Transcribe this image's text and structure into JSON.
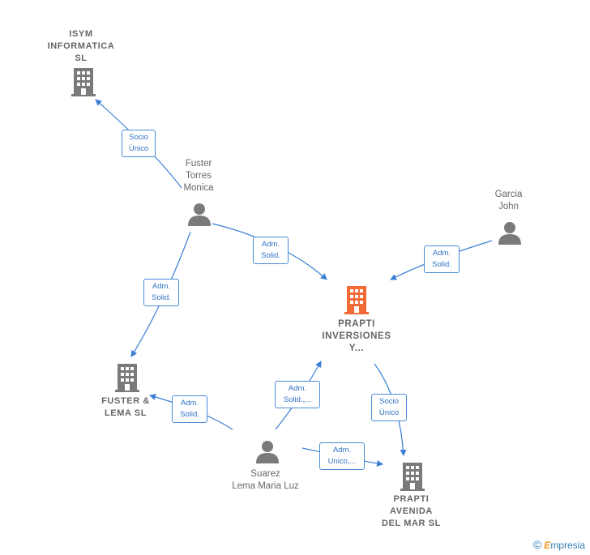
{
  "nodes": {
    "isym": {
      "label": "ISYM\nINFORMATICA\nSL",
      "type": "company"
    },
    "fuster_torres": {
      "label": "Fuster\nTorres\nMonica",
      "type": "person"
    },
    "garcia": {
      "label": "Garcia\nJohn",
      "type": "person"
    },
    "prapti_inv": {
      "label": "PRAPTI\nINVERSIONES\nY...",
      "type": "company-main"
    },
    "fuster_lema": {
      "label": "FUSTER &\nLEMA SL",
      "type": "company"
    },
    "suarez": {
      "label": "Suarez\nLema Maria Luz",
      "type": "person"
    },
    "prapti_avenida": {
      "label": "PRAPTI\nAVENIDA\nDEL MAR  SL",
      "type": "company"
    }
  },
  "edges": {
    "ft_isym": {
      "line1": "Socio",
      "line2": "Único"
    },
    "ft_prapti": {
      "line1": "Adm.",
      "line2": "Solid."
    },
    "garcia_prapti": {
      "line1": "Adm.",
      "line2": "Solid."
    },
    "ft_fusterlema": {
      "line1": "Adm.",
      "line2": "Solid."
    },
    "suarez_fusterlema": {
      "line1": "Adm.",
      "line2": "Solid."
    },
    "suarez_prapti": {
      "line1": "Adm.",
      "line2": "Solid.,..."
    },
    "prapti_avenida": {
      "line1": "Socio",
      "line2": "Único"
    },
    "suarez_avenida": {
      "line1": "Adm.",
      "line2": "Unico,..."
    }
  },
  "colors": {
    "edge": "#3a7fd5",
    "company": "#7a7a7a",
    "company_main": "#f26a36",
    "person": "#7a7a7a",
    "label_text": "#2f72c4"
  },
  "watermark": {
    "symbol": "©",
    "brand_first": "E",
    "brand_rest": "mpresia"
  }
}
